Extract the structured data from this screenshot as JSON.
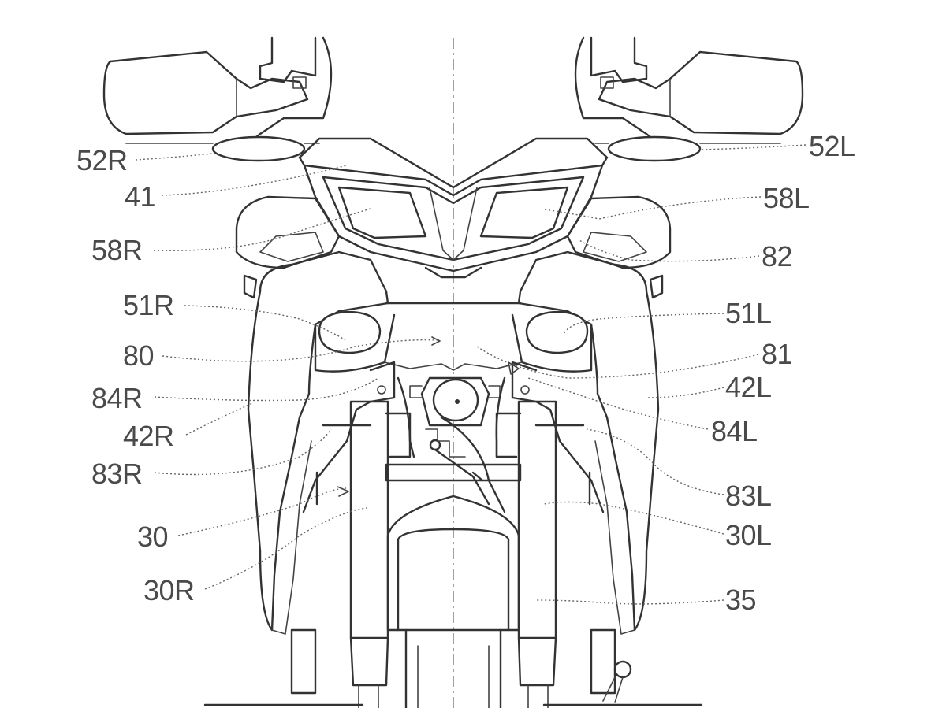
{
  "figure": {
    "labels": [
      {
        "id": "52R",
        "text": "52R"
      },
      {
        "id": "41",
        "text": "41"
      },
      {
        "id": "58R",
        "text": "58R"
      },
      {
        "id": "51R",
        "text": "51R"
      },
      {
        "id": "80",
        "text": "80"
      },
      {
        "id": "84R",
        "text": "84R"
      },
      {
        "id": "42R",
        "text": "42R"
      },
      {
        "id": "83R",
        "text": "83R"
      },
      {
        "id": "30",
        "text": "30"
      },
      {
        "id": "30R",
        "text": "30R"
      },
      {
        "id": "52L",
        "text": "52L"
      },
      {
        "id": "58L",
        "text": "58L"
      },
      {
        "id": "82",
        "text": "82"
      },
      {
        "id": "51L",
        "text": "51L"
      },
      {
        "id": "81",
        "text": "81"
      },
      {
        "id": "42L",
        "text": "42L"
      },
      {
        "id": "84L",
        "text": "84L"
      },
      {
        "id": "83L",
        "text": "83L"
      },
      {
        "id": "30L",
        "text": "30L"
      },
      {
        "id": "35",
        "text": "35"
      }
    ]
  }
}
